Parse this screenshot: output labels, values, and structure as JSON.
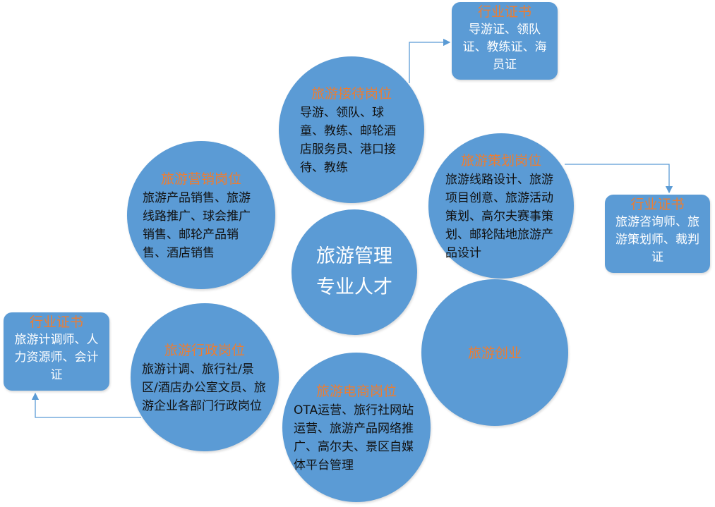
{
  "center": {
    "line1": "旅游管理",
    "line2": "专业人才"
  },
  "nodes": {
    "reception": {
      "title": "旅游接待岗位",
      "body": "导游、领队、球童、教练、邮轮酒店服务员、港口接待、教练"
    },
    "planning": {
      "title": "旅游策划岗位",
      "body": "旅游线路设计、旅游项目创意、旅游活动策划、高尔夫赛事策划、邮轮陆地旅游产品设计"
    },
    "marketing": {
      "title": "旅游营销岗位",
      "body": "旅游产品销售、旅游线路推广、球会推广销售、邮轮产品销售、酒店销售"
    },
    "startup": {
      "title": "旅游创业"
    },
    "admin": {
      "title": "旅游行政岗位",
      "body": "旅游计调、旅行社/景区/酒店办公室文员、旅游企业各部门行政岗位"
    },
    "ecommerce": {
      "title": "旅游电商岗位",
      "body": "OTA运营、旅行社网站运营、旅游产品网络推广、高尔夫、景区自媒体平台管理"
    }
  },
  "certs": {
    "top": {
      "title": "行业证书",
      "body": "导游证、领队证、教练证、海员证"
    },
    "right": {
      "title": "行业证书",
      "body": "旅游咨询师、旅游策划师、裁判证"
    },
    "left": {
      "title": "行业证书",
      "body": "旅游计调师、人力资源师、会计证"
    }
  },
  "colors": {
    "node": "#5B9BD5",
    "title": "#ED7D31"
  }
}
